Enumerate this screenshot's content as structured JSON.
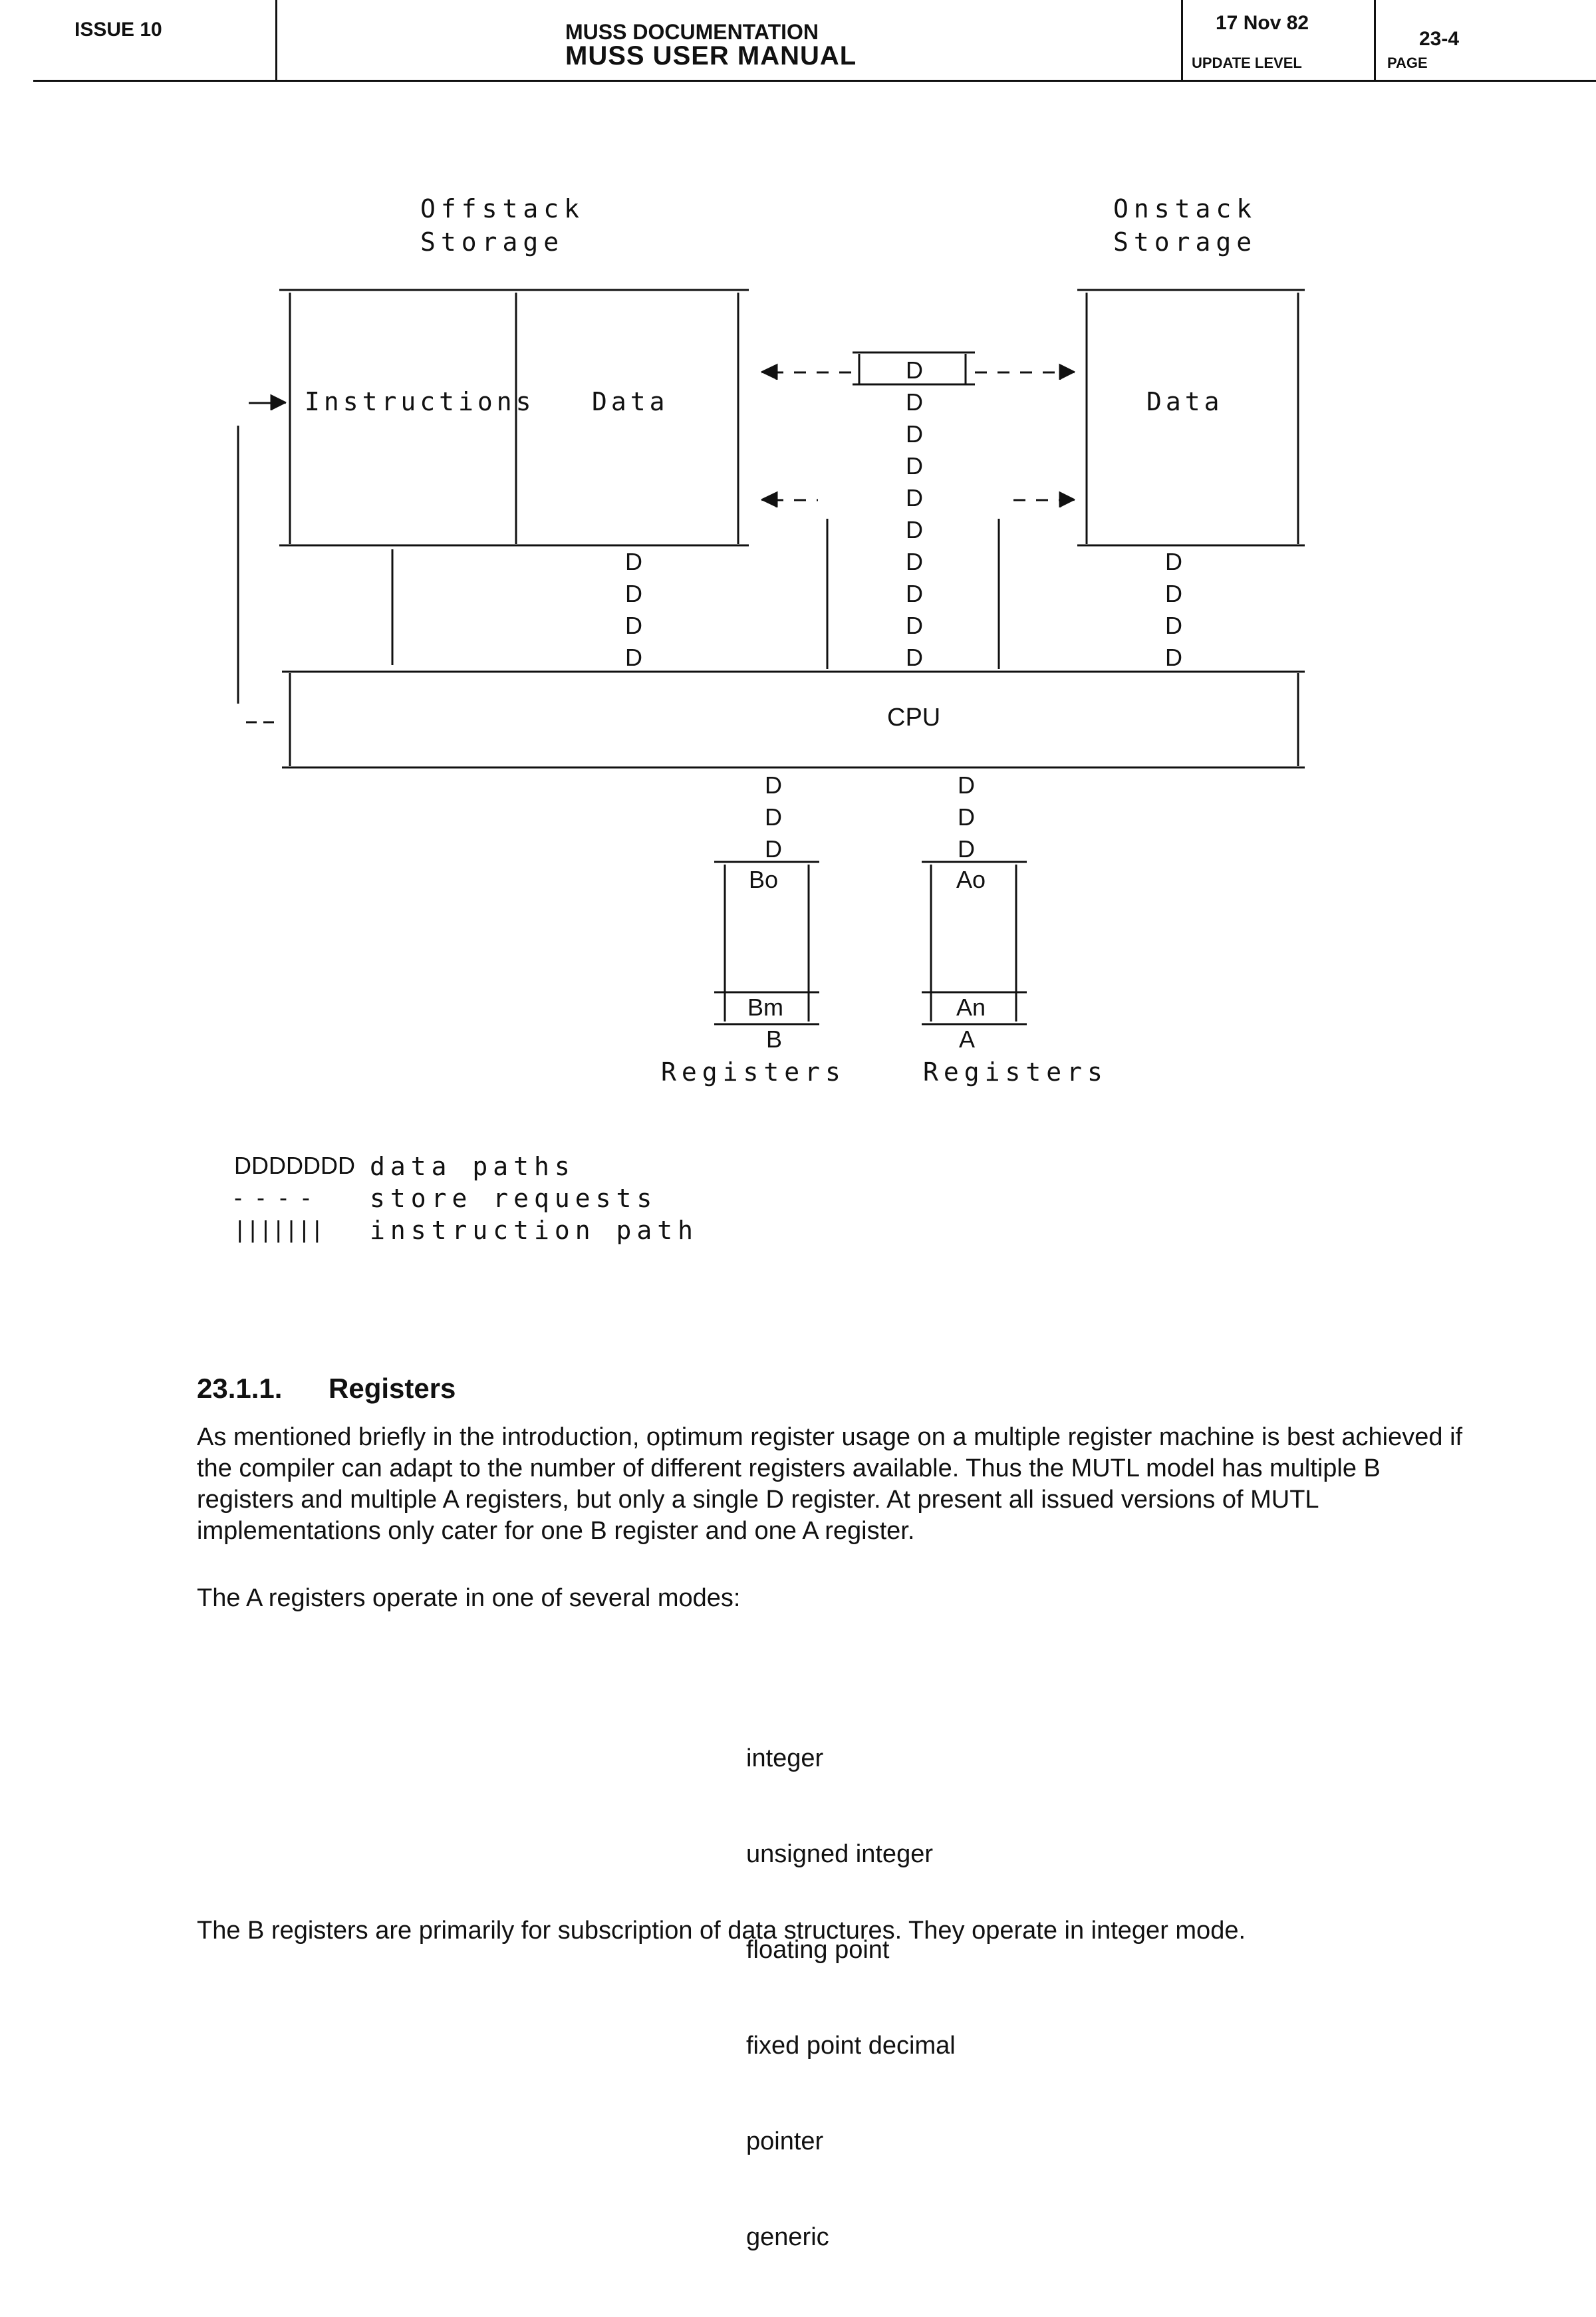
{
  "header": {
    "issue": "ISSUE 10",
    "title_line1": "MUSS DOCUMENTATION",
    "title_line2": "MUSS USER MANUAL",
    "date": "17 Nov 82",
    "update_level_label": "UPDATE LEVEL",
    "page_number": "23-4",
    "page_label": "PAGE"
  },
  "diagram": {
    "offstack_label_1": "Offstack",
    "offstack_label_2": "Storage",
    "onstack_label_1": "Onstack",
    "onstack_label_2": "Storage",
    "instructions_label": "Instructions",
    "data_label": "Data",
    "onstack_data_label": "Data",
    "d_register_label": "D",
    "cpu_label": "CPU",
    "path_glyph": "D",
    "b_top": "Bo",
    "b_bottom": "Bm",
    "b_letter": "B",
    "a_top": "Ao",
    "a_bottom": "An",
    "a_letter": "A",
    "registers_label": "Registers"
  },
  "legend": {
    "data_paths_symbol": "DDDDDDD",
    "data_paths_text": "data paths",
    "store_requests_symbol": "- - - -",
    "store_requests_text": "store requests",
    "instruction_path_symbol": "|||||||",
    "instruction_path_text": "instruction path"
  },
  "section": {
    "number": "23.1.1.",
    "title": "Registers",
    "paragraph1": "As mentioned briefly in the introduction, optimum register usage on a multiple register machine is best achieved if the compiler can adapt to the number of different registers available. Thus the MUTL model has multiple B registers and multiple A registers, but only a single D register. At present all issued versions of MUTL implementations only cater for one B register and one A register.",
    "paragraph2": "The A registers operate in one of several modes:",
    "modes": [
      "integer",
      "unsigned integer",
      "floating point",
      "fixed point decimal",
      "pointer",
      "generic"
    ],
    "paragraph3": "The B registers are primarily for subscription of data structures. They operate in integer mode."
  }
}
